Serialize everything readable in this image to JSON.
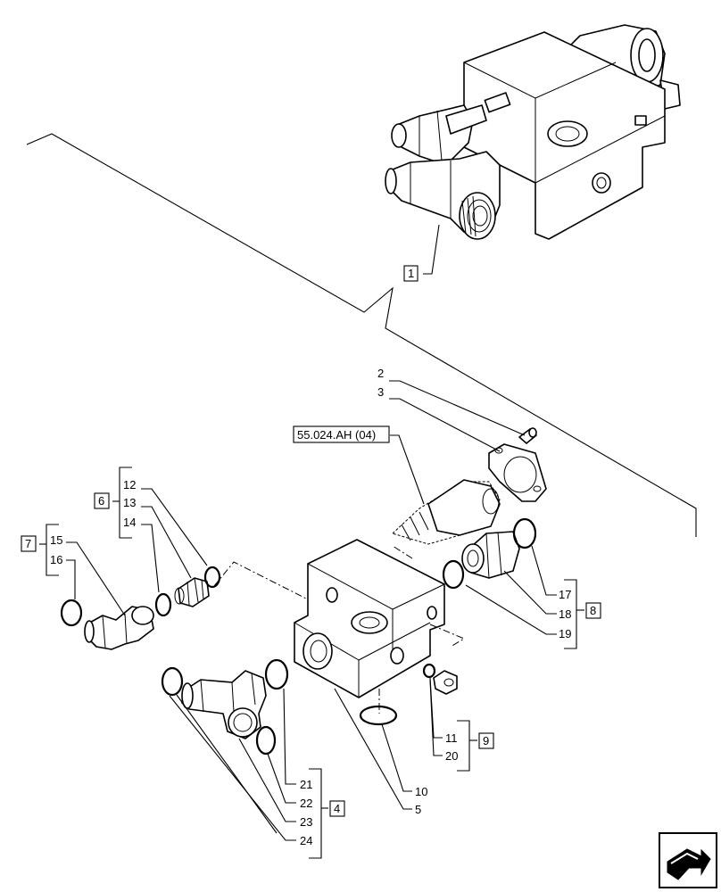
{
  "labels": {
    "l1": "1",
    "l2": "2",
    "l3": "3",
    "l4": "4",
    "l5": "5",
    "l6": "6",
    "l7": "7",
    "l8": "8",
    "l9": "9",
    "l10": "10",
    "l11": "11",
    "l12": "12",
    "l13": "13",
    "l14": "14",
    "l15": "15",
    "l16": "16",
    "l17": "17",
    "l18": "18",
    "l19": "19",
    "l20": "20",
    "l21": "21",
    "l22": "22",
    "l23": "23",
    "l24": "24"
  },
  "reference": "55.024.AH (04)",
  "nav_icon": "next-page-arrow-icon"
}
